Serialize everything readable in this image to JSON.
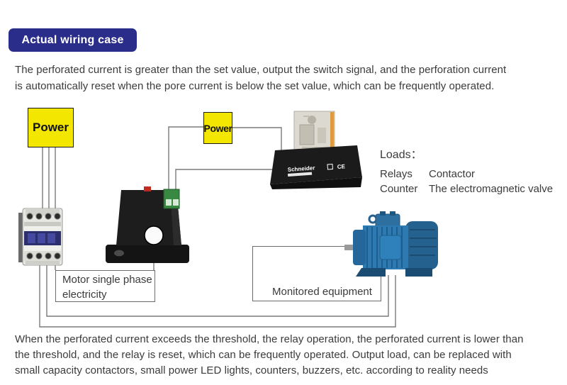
{
  "page": {
    "badge": "Actual wiring case",
    "intro_lines": [
      "The perforated current is greater than the set value, output the switch signal, and the perforation current",
      "is automatically reset when the pore current is below the set value, which can be frequently operated."
    ],
    "footer_lines": [
      "When the perforated current exceeds the threshold, the relay operation, the perforated current is lower than",
      "the threshold, and the relay is reset, which can be frequently operated. Output load, can be replaced with",
      "small capacity contactors, small power LED lights, counters, buzzers, etc. according to reality needs"
    ]
  },
  "diagram": {
    "power_left_label": "Power",
    "power_right_label": "Power",
    "motor_box_lines": [
      "Motor single phase",
      "electricity"
    ],
    "monitored_box_label": "Monitored equipment",
    "loads_heading": "Loads：",
    "loads_rows": [
      {
        "left": "Relays",
        "right": "Contactor"
      },
      {
        "left": "Counter",
        "right": "The electromagnetic valve"
      }
    ],
    "relay_brand": "Schneider",
    "relay_mark": "CE"
  },
  "colors": {
    "badge_bg": "#2b2d8b",
    "power_box_bg": "#f3e600",
    "wire": "#7a7a7a",
    "text": "#3b3b3b",
    "sensor_body": "#1d1d1d",
    "terminal_green": "#388a43",
    "led_red": "#c22b22",
    "motor_blue": "#2d7ab2",
    "contactor_band_navy": "#2c2f6e"
  }
}
